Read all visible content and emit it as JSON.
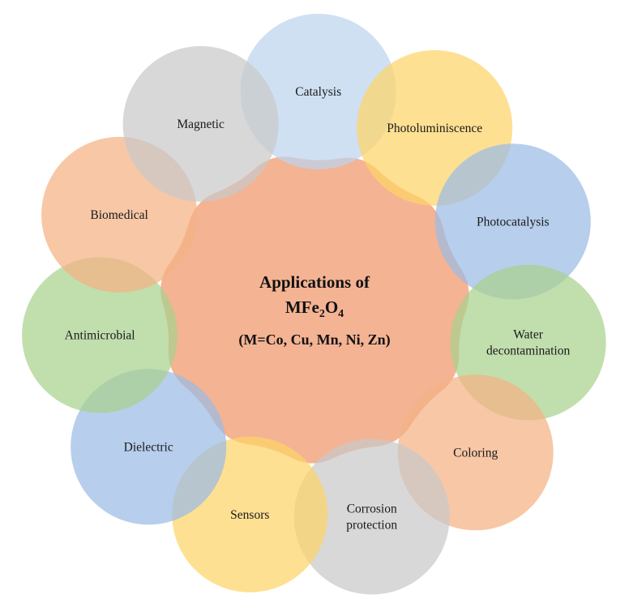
{
  "center": {
    "line1": "Applications of",
    "line2_prefix": "MFe",
    "line2_sub1": "2",
    "line2_mid": "O",
    "line2_sub2": "4",
    "line3": "(M=Co, Cu, Mn, Ni, Zn)",
    "color": "#f4b393"
  },
  "applications": [
    {
      "lines": [
        "Catalysis"
      ],
      "color": "#bdd4ee"
    },
    {
      "lines": [
        "Photoluminiscence"
      ],
      "color": "#fdd468"
    },
    {
      "lines": [
        "Photocatalysis"
      ],
      "color": "#9bbbe4"
    },
    {
      "lines": [
        "Water",
        "decontamination"
      ],
      "color": "#a9d18e"
    },
    {
      "lines": [
        "Coloring"
      ],
      "color": "#f4b183"
    },
    {
      "lines": [
        "Corrosion",
        "protection"
      ],
      "color": "#c9c9c9"
    },
    {
      "lines": [
        "Sensors"
      ],
      "color": "#fdd468"
    },
    {
      "lines": [
        "Dielectric"
      ],
      "color": "#9bbbe4"
    },
    {
      "lines": [
        "Antimicrobial"
      ],
      "color": "#a9d18e"
    },
    {
      "lines": [
        "Biomedical"
      ],
      "color": "#f4b183"
    },
    {
      "lines": [
        "Magnetic"
      ],
      "color": "#c9c9c9"
    }
  ]
}
